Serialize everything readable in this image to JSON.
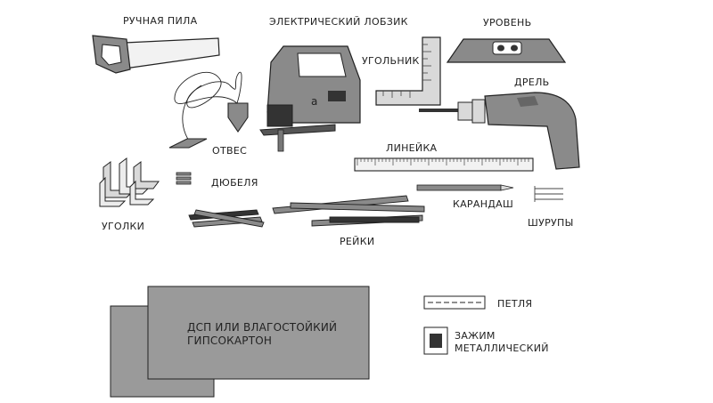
{
  "labels": {
    "hand_saw": "РУЧНАЯ ПИЛА",
    "jigsaw": "ЭЛЕКТРИЧЕСКИЙ ЛОБЗИК",
    "level": "УРОВЕНЬ",
    "square": "УГОЛЬНИК",
    "drill": "ДРЕЛЬ",
    "plumb": "ОТВЕС",
    "ruler": "ЛИНЕЙКА",
    "dowels": "ДЮБЕЛЯ",
    "corners": "УГОЛКИ",
    "pencil": "КАРАНДАШ",
    "screws": "ШУРУПЫ",
    "slats": "РЕЙКИ",
    "board": "ДСП ИЛИ ВЛАГОСТОЙКИЙ\nГИПСОКАРТОН",
    "hinge": "ПЕТЛЯ",
    "clamp": "ЗАЖИМ\nМЕТАЛЛИЧЕСКИЙ",
    "jigsaw_mark": "a"
  },
  "colors": {
    "tool_gray": "#8a8a8a",
    "dark": "#333333",
    "outline": "#222222",
    "light_gray": "#d9d9d9",
    "board_gray": "#9a9a9a"
  }
}
